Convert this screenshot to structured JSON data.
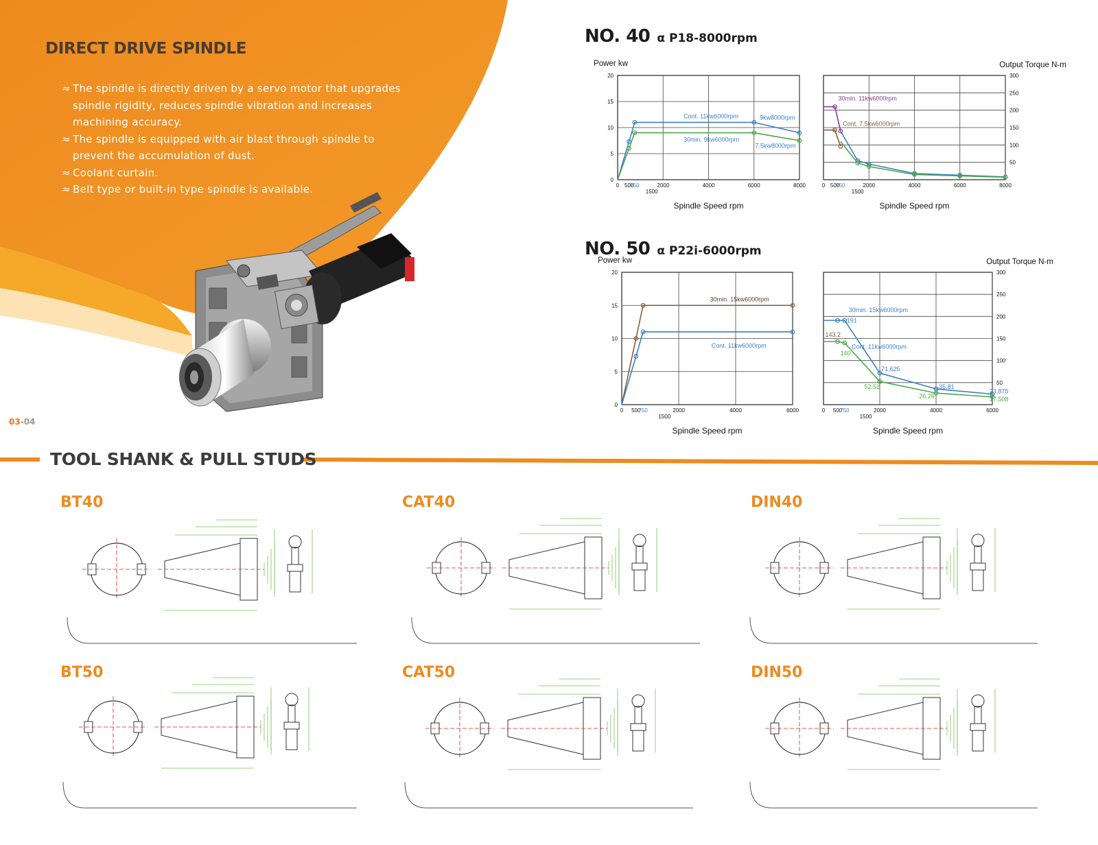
{
  "header": {
    "title": "DIRECT DRIVE SPINDLE",
    "bullet_mark": "≈",
    "bullets": [
      "The spindle is directly driven by a servo motor that upgrades spindle rigidity, reduces spindle vibration and increases machining accuracy.",
      "The spindle is equipped with air blast through spindle to prevent the accumulation of dust.",
      "Coolant curtain.",
      "Belt type or built-in type spindle is available."
    ],
    "page_number_a": "03",
    "page_number_sep": "-",
    "page_number_b": "04"
  },
  "colors": {
    "orange": "#ee8b1f",
    "orange_light": "#f5a623",
    "title_dark": "#4a3b33",
    "line_blue": "#3b7fc4",
    "line_green": "#4aa84a",
    "line_purple": "#8a3a8f",
    "line_brown": "#8a5a3a",
    "drawing_green": "#79c15a",
    "drawing_red": "#e02020"
  },
  "models": [
    {
      "no": "NO. 40",
      "motor": "α P18-8000rpm"
    },
    {
      "no": "NO. 50",
      "motor": "α P22i-6000rpm"
    }
  ],
  "chart_data": [
    {
      "type": "line",
      "ylabel": "Power kw",
      "xlabel": "Spindle Speed rpm",
      "ylim": [
        0,
        20
      ],
      "xlim": [
        0,
        8000
      ],
      "yticks": [
        0,
        5,
        10,
        15,
        20
      ],
      "xtick_labels": [
        "0",
        "500",
        "750",
        "1500",
        "2000",
        "4000",
        "6000",
        "8000"
      ],
      "xtick_values": [
        0,
        500,
        750,
        1500,
        2000,
        4000,
        6000,
        8000
      ],
      "grid": true,
      "series": [
        {
          "name": "Cont. 11kw6000rpm",
          "color": "#3b7fc4",
          "x": [
            0,
            500,
            750,
            6000,
            8000
          ],
          "y": [
            0,
            7.3,
            11,
            11,
            9
          ]
        },
        {
          "name": "30min. 9kw6000rpm",
          "color": "#4aa84a",
          "x": [
            0,
            500,
            750,
            6000,
            8000
          ],
          "y": [
            0,
            6,
            9,
            9,
            7.5
          ]
        }
      ],
      "annotations": [
        {
          "text": "Cont. 11kw6000rpm",
          "x": 2900,
          "y": 11.8,
          "color": "#3b7fc4"
        },
        {
          "text": "9kw8000rpm",
          "x": 6250,
          "y": 11.5,
          "color": "#3b7fc4"
        },
        {
          "text": "30min. 9kw6000rpm",
          "x": 2900,
          "y": 7.3,
          "color": "#3b7fc4"
        },
        {
          "text": "7.5kw8000rpm",
          "x": 6050,
          "y": 6.1,
          "color": "#3b7fc4"
        }
      ]
    },
    {
      "type": "line",
      "ylabel": "Output Torque N-m",
      "xlabel": "Spindle Speed rpm",
      "ylim": [
        0,
        300
      ],
      "xlim": [
        0,
        8000
      ],
      "yticks": [
        50,
        100,
        150,
        200,
        250,
        300
      ],
      "xtick_labels": [
        "0",
        "500",
        "750",
        "1500",
        "2000",
        "4000",
        "6000",
        "8000"
      ],
      "xtick_values": [
        0,
        500,
        750,
        1500,
        2000,
        4000,
        6000,
        8000
      ],
      "grid": true,
      "series": [
        {
          "name": "30min. 11kw6000rpm",
          "color": "#8a3a8f",
          "x": [
            0,
            500,
            750
          ],
          "y": [
            210,
            210,
            140
          ]
        },
        {
          "name": "Cont. 7.5kw6000rpm",
          "color": "#8a5a3a",
          "x": [
            0,
            500,
            750
          ],
          "y": [
            143,
            143,
            96
          ]
        },
        {
          "name": "Cont. 11kw",
          "color": "#3b7fc4",
          "x": [
            750,
            1500,
            2000,
            4000,
            6000,
            8000
          ],
          "y": [
            140,
            55,
            45,
            18,
            13,
            8
          ]
        },
        {
          "name": "30min. 9kw",
          "color": "#4aa84a",
          "x": [
            750,
            1500,
            2000,
            4000,
            6000,
            8000
          ],
          "y": [
            110,
            48,
            38,
            15,
            11,
            7
          ]
        }
      ],
      "annotations": [
        {
          "text": "30min. 11kw6000rpm",
          "x": 650,
          "y": 228,
          "color": "#8a3a8f"
        },
        {
          "text": "Cont. 7.5kw6000rpm",
          "x": 850,
          "y": 155,
          "color": "#8a5a3a"
        }
      ]
    },
    {
      "type": "line",
      "ylabel": "Power kw",
      "xlabel": "Spindle Speed rpm",
      "ylim": [
        0,
        20
      ],
      "xlim": [
        0,
        6000
      ],
      "yticks": [
        0,
        5,
        10,
        15,
        20
      ],
      "xtick_labels": [
        "0",
        "500",
        "750",
        "1500",
        "2000",
        "4000",
        "6000"
      ],
      "xtick_values": [
        0,
        500,
        750,
        1500,
        2000,
        4000,
        6000
      ],
      "grid": true,
      "series": [
        {
          "name": "30min. 15kw6000rpm",
          "color": "#8a5a3a",
          "x": [
            0,
            500,
            750,
            6000
          ],
          "y": [
            0,
            10,
            15,
            15
          ]
        },
        {
          "name": "Cont. 11kw6000rpm",
          "color": "#3b7fc4",
          "x": [
            0,
            500,
            750,
            6000
          ],
          "y": [
            0,
            7.3,
            11,
            11
          ]
        }
      ],
      "annotations": [
        {
          "text": "30min. 15kw6000rpm",
          "x": 3100,
          "y": 15.6,
          "color": "#5a3a2a"
        },
        {
          "text": "Cont. 11kw6000rpm",
          "x": 3150,
          "y": 8.6,
          "color": "#3b7fc4"
        }
      ]
    },
    {
      "type": "line",
      "ylabel": "Output Torque N-m",
      "xlabel": "Spindle Speed rpm",
      "ylim": [
        0,
        300
      ],
      "xlim": [
        0,
        6000
      ],
      "yticks": [
        50,
        100,
        150,
        200,
        250,
        300
      ],
      "xtick_labels": [
        "0",
        "500",
        "750",
        "1500",
        "2000",
        "4000",
        "6000"
      ],
      "xtick_values": [
        0,
        500,
        750,
        1500,
        2000,
        4000,
        6000
      ],
      "grid": true,
      "series": [
        {
          "name": "30min. 15kw6000rpm",
          "color": "#3b7fc4",
          "x": [
            0,
            500,
            750,
            2000,
            4000,
            6000
          ],
          "y": [
            191,
            191,
            191,
            71.625,
            35.81,
            23.875
          ]
        },
        {
          "name": "Cont. 11kw6000rpm",
          "color": "#4aa84a",
          "x": [
            0,
            500,
            750,
            2000,
            4000,
            6000
          ],
          "y": [
            143.2,
            143.2,
            140,
            52.52,
            26.26,
            17.508
          ]
        }
      ],
      "annotations": [
        {
          "text": "30min. 15kw6000rpm",
          "x": 900,
          "y": 210,
          "color": "#3b7fc4"
        },
        {
          "text": "Cont. 11kw6000rpm",
          "x": 1000,
          "y": 127,
          "color": "#3b7fc4"
        },
        {
          "text": "191",
          "x": 820,
          "y": 186,
          "color": "#3b7fc4"
        },
        {
          "text": "143.2",
          "x": 60,
          "y": 154,
          "color": "#8a5a3a"
        },
        {
          "text": "140",
          "x": 600,
          "y": 112,
          "color": "#4aa84a"
        },
        {
          "text": "71.625",
          "x": 2050,
          "y": 76,
          "color": "#3b7fc4"
        },
        {
          "text": "52.52",
          "x": 1450,
          "y": 36,
          "color": "#4aa84a"
        },
        {
          "text": "35.81",
          "x": 4100,
          "y": 36,
          "color": "#3b7fc4"
        },
        {
          "text": "26.26",
          "x": 3400,
          "y": 15,
          "color": "#4aa84a"
        },
        {
          "text": "23.875",
          "x": 5900,
          "y": 26,
          "color": "#3b7fc4"
        },
        {
          "text": "17.508",
          "x": 5900,
          "y": 8,
          "color": "#4aa84a"
        }
      ]
    }
  ],
  "tool_section": {
    "title": "TOOL SHANK & PULL STUDS",
    "shanks": [
      {
        "name": "BT40"
      },
      {
        "name": "CAT40"
      },
      {
        "name": "DIN40"
      },
      {
        "name": "BT50"
      },
      {
        "name": "CAT50"
      },
      {
        "name": "DIN50"
      }
    ]
  }
}
